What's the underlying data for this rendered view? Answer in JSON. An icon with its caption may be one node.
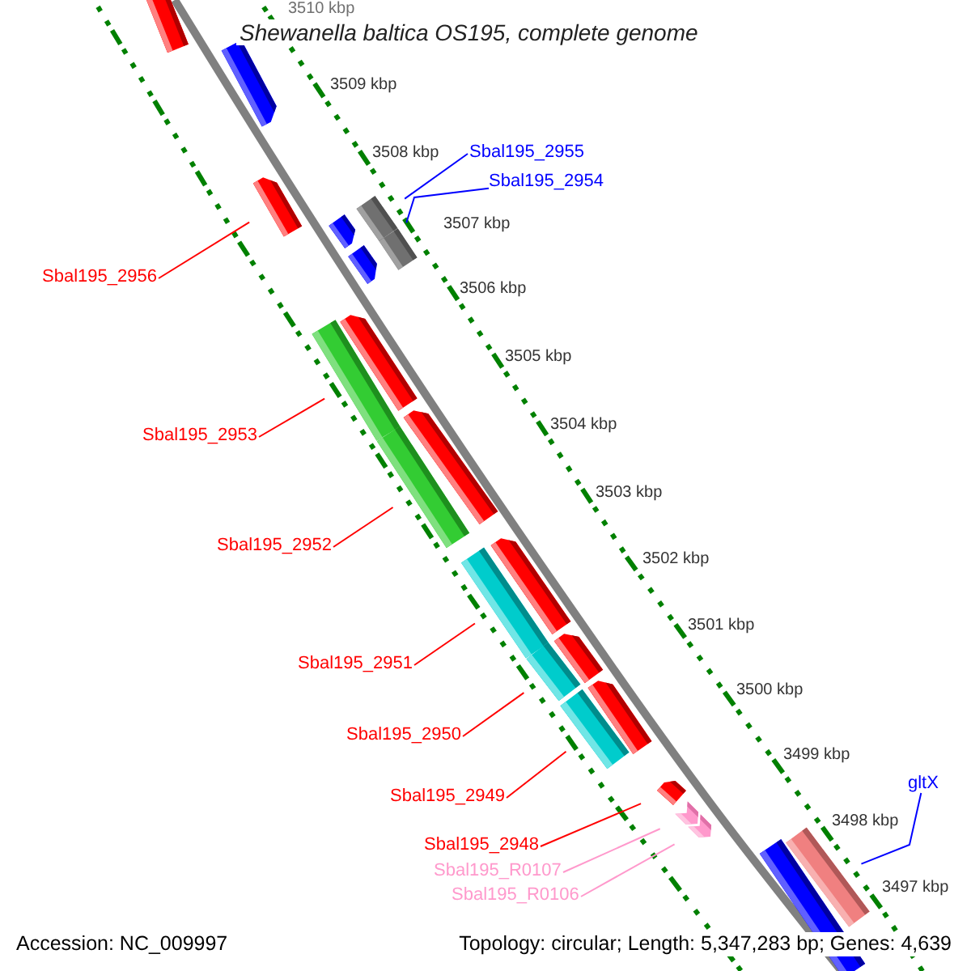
{
  "diagram": {
    "title": "Shewanella baltica OS195, complete genome",
    "nodes": [
      {
        "text": [
          "Sbal195_2955"
        ]
      },
      {
        "text": [
          "Sbal195_2954"
        ]
      },
      {
        "text": [
          "Sbal195_2956"
        ]
      },
      {
        "text": [
          "Sbal195_2953"
        ]
      },
      {
        "text": [
          "Sbal195_2952"
        ]
      },
      {
        "text": [
          "Sbal195_2951"
        ]
      },
      {
        "text": [
          "Sbal195_2950"
        ]
      },
      {
        "text": [
          "Sbal195_2949"
        ]
      },
      {
        "text": [
          "Sbal195_2948"
        ]
      },
      {
        "text": [
          "Sbal195_R0107"
        ]
      },
      {
        "text": [
          "Sbal195_R0106"
        ]
      },
      {
        "text": [
          "gltX"
        ]
      }
    ],
    "edges": [
      {
        "from": 0,
        "to": null,
        "arrow": "none",
        "color": "#0000ff"
      },
      {
        "from": 1,
        "to": null,
        "arrow": "none",
        "color": "#0000ff"
      },
      {
        "from": 2,
        "to": null,
        "arrow": "none"
      },
      {
        "from": 3,
        "to": null,
        "arrow": "none"
      },
      {
        "from": 4,
        "to": null,
        "arrow": "none"
      },
      {
        "from": 5,
        "to": null,
        "arrow": "none"
      },
      {
        "from": 6,
        "to": null,
        "arrow": "none"
      },
      {
        "from": 7,
        "to": null,
        "arrow": "none"
      },
      {
        "from": 8,
        "to": null,
        "arrow": "none"
      },
      {
        "from": 9,
        "to": null,
        "arrow": "none",
        "color": "#ff99cc"
      },
      {
        "from": 10,
        "to": null,
        "arrow": "none",
        "color": "#ff99cc"
      },
      {
        "from": 11,
        "to": null,
        "arrow": "none",
        "color": "#0000ff"
      }
    ],
    "labels": [
      "3510 kbp",
      "3509 kbp",
      "3508 kbp",
      "3507 kbp",
      "3506 kbp",
      "3505 kbp",
      "3504 kbp",
      "3503 kbp",
      "3502 kbp",
      "3501 kbp",
      "3500 kbp",
      "3499 kbp",
      "3498 kbp",
      "3497 kbp",
      "Accession: NC_009997",
      "Topology: circular; Length: 5,347,283 bp; Genes: 4,639"
    ]
  }
}
